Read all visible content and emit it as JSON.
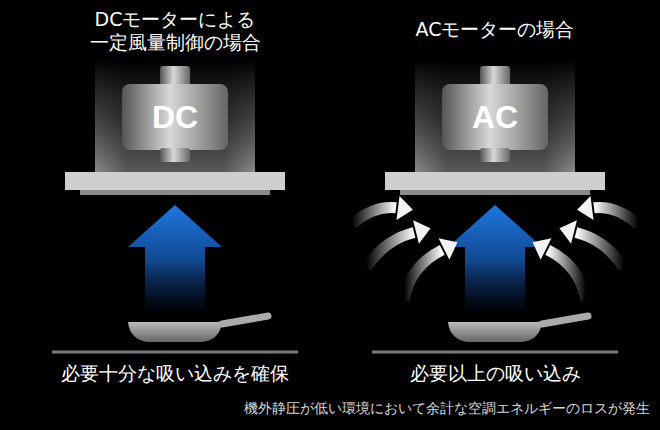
{
  "diagram": {
    "nodes": [
      {
        "text": [
          "DC"
        ]
      },
      {
        "text": [
          "AC"
        ]
      }
    ],
    "labels": [
      "DCモーターによる 一定風量制御の場合",
      "ACモーターの場合",
      "必要十分な吸い込みを確保",
      "必要以上の吸い込み",
      "機外静圧が低い環境において余計な空調エネルギーのロスが発生"
    ]
  }
}
